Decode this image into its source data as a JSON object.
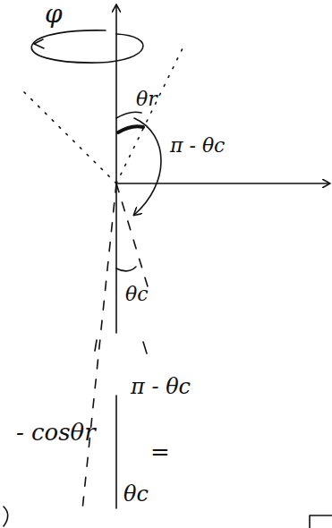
{
  "diagram": {
    "labels": [
      "φ",
      "θr",
      "π - θc",
      "θc",
      "- cosθr",
      "π - θc",
      "=",
      "θc"
    ]
  }
}
